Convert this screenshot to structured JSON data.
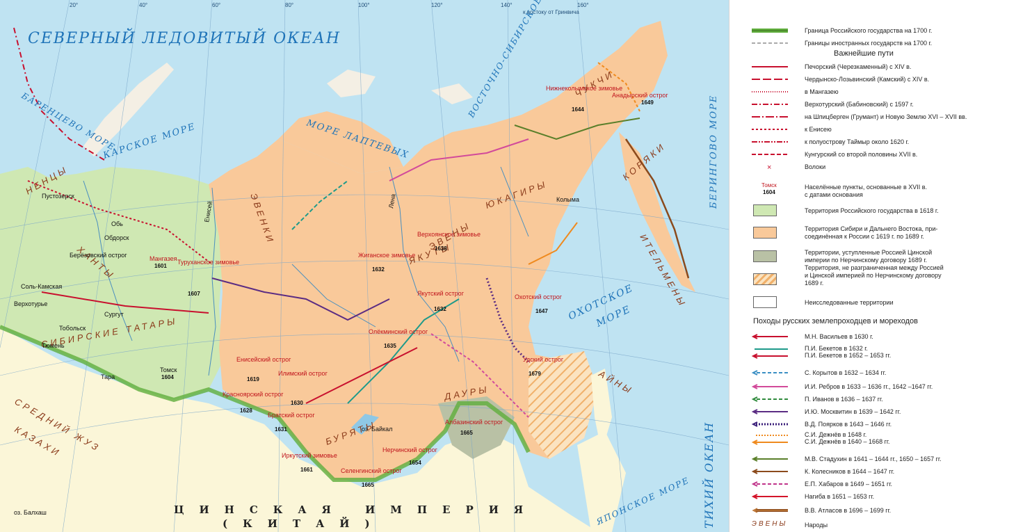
{
  "map": {
    "meridians": [
      "20°",
      "40°",
      "60°",
      "80°",
      "100°",
      "120°",
      "140°",
      "160°"
    ],
    "seas": {
      "arctic": "СЕВЕРНЫЙ ЛЕДОВИТЫЙ ОКЕАН",
      "barents": "БАРЕНЦЕВО МОРЕ",
      "kara": "КАРСКОЕ МОРЕ",
      "laptev": "МОРЕ ЛАПТЕВЫХ",
      "eastsib": "ВОСТОЧНО-СИБИРСКОЕ МОРЕ",
      "okhotsk1": "ОХОТСКОЕ",
      "okhotsk2": "МОРЕ",
      "bering": "БЕРИНГОВО МОРЕ",
      "japan": "ЯПОНСКОЕ МОРЕ",
      "pacific": "ТИХИЙ ОКЕАН"
    },
    "empire_line1": "ЦИНСКАЯ ИМПЕРИЯ",
    "empire_line2": "(КИТАЙ)",
    "peoples": [
      "НЕНЦЫ",
      "ХАНТЫ",
      "ЭВЕНКИ",
      "ЯКУТЫ",
      "ЭВЕНЫ",
      "ЮКАГИРЫ",
      "ЧУКЧИ",
      "КОРЯКИ",
      "ИТЕЛЬМЕНЫ",
      "БУРЯТЫ",
      "СИБИРСКИЕ ТАТАРЫ",
      "ДАУРЫ",
      "СРЕДНИЙ ЖУЗ",
      "КАЗАХИ",
      "АЙНЫ"
    ],
    "towns": [
      {
        "name": "Пустозерск"
      },
      {
        "name": "Обдорск"
      },
      {
        "name": "Берёзовский острог"
      },
      {
        "name": "Соль-Камская"
      },
      {
        "name": "Верхотурье"
      },
      {
        "name": "Сургут"
      },
      {
        "name": "Тобольск"
      },
      {
        "name": "Тюмень"
      },
      {
        "name": "Тара"
      },
      {
        "name": "Томск",
        "year": "1604"
      },
      {
        "name": "Мангазея",
        "year": "1601"
      },
      {
        "name": "Туруханское зимовье",
        "year": "1607"
      },
      {
        "name": "Енисейский острог",
        "year": "1619"
      },
      {
        "name": "Красноярский острог",
        "year": "1628"
      },
      {
        "name": "Братский острог",
        "year": "1631"
      },
      {
        "name": "Илимский острог",
        "year": "1630"
      },
      {
        "name": "Иркутский зимовье",
        "year": "1661"
      },
      {
        "name": "Якутский острог",
        "year": "1632"
      },
      {
        "name": "Олёкминский острог",
        "year": "1635"
      },
      {
        "name": "Нерчинский острог",
        "year": "1654"
      },
      {
        "name": "Селенгинский острог",
        "year": "1665"
      },
      {
        "name": "Албазинский острог",
        "year": "1665"
      },
      {
        "name": "Охотский острог",
        "year": "1647"
      },
      {
        "name": "Анадырский острог",
        "year": "1649"
      },
      {
        "name": "Жиганское зимовье",
        "year": "1632"
      },
      {
        "name": "Верхоянское зимовье",
        "year": "1638"
      },
      {
        "name": "Нижнеколымское зимовье",
        "year": "1644"
      },
      {
        "name": "Удский острог",
        "year": "1679"
      }
    ],
    "features": {
      "baikal": "оз. Байкал",
      "balkhash": "оз. Балхаш",
      "kolyma": "Колыма",
      "lena": "Лена",
      "yenisei": "Енисей",
      "ob": "Обь"
    },
    "edge_note": "к востоку от Гринвича"
  },
  "legend": {
    "items": [
      {
        "label": "Граница Российского государства на 1700 г."
      },
      {
        "label": "Границы иностранных государств на 1700 г."
      },
      {
        "label": "Печорский (Черезкаменный) с XIV в."
      },
      {
        "label": "Чердынско-Лозьвинский (Камский) с XIV в."
      },
      {
        "label": "в Мангазею"
      },
      {
        "label": "Верхотурский (Бабиновский) с 1597 г."
      },
      {
        "label": "на Шпицберген (Грумант) и Новую Землю XVI – XVII вв."
      },
      {
        "label": "к Енисею"
      },
      {
        "label": "к полуострову Таймыр около 1620 г."
      },
      {
        "label": "Кунгурский со второй половины XVII в."
      },
      {
        "label": "Волоки"
      }
    ],
    "routes_heading": "Важнейшие пути",
    "settlement_sample_name": "Томск",
    "settlement_sample_year": "1604",
    "settlement_label_1": "Населённые пункты, основанные в XVII в.",
    "settlement_label_2": "с датами основания",
    "areas": [
      {
        "label": "Территория Российского государства в 1618 г."
      },
      {
        "label": "Территория Сибири и Дальнего Востока, при-",
        "label2": "соединённая к России с 1619 г. по 1689 г."
      },
      {
        "label": "Территории, уступленные Россией Цинской",
        "label2": "империи по Нерчинскому договору 1689 г."
      },
      {
        "label": "Территория, не разграниченная между Россией",
        "label2": "и Цинской империей по Нерчинскому договору",
        "label3": "1689 г."
      },
      {
        "label": "Неисследованные территории"
      }
    ],
    "expeditions_heading": "Походы русских землепроходцев и мореходов",
    "expeditions": [
      {
        "label": "М.Н. Васильев в 1630 г."
      },
      {
        "label": "П.И. Бекетов в 1632 г.",
        "label2": "П.И. Бекетов в 1652 – 1653 гг."
      },
      {
        "label": "С. Корытов в 1632 – 1634 гг."
      },
      {
        "label": "И.И. Ребров в 1633 – 1636 гг., 1642 –1647 гг."
      },
      {
        "label": "П. Иванов в 1636 – 1637 гг."
      },
      {
        "label": "И.Ю. Москвитин в 1639 – 1642 гг."
      },
      {
        "label": "В.Д. Поярков в 1643 – 1646 гг."
      },
      {
        "label": "С.И. Дежнёв в 1648 г.",
        "label2": "С.И. Дежнёв в 1640 – 1668 гг."
      },
      {
        "label": "М.В. Стадухин в 1641 – 1644 гг., 1650 – 1657 гг."
      },
      {
        "label": "К. Колесников в 1644 – 1647 гг."
      },
      {
        "label": "Е.П. Хабаров в 1649 – 1651 гг."
      },
      {
        "label": "Нагиба в 1651 – 1653 гг."
      },
      {
        "label": "В.В. Атласов в 1696 – 1699 гг."
      }
    ],
    "peoples_sample": "ЭВЕНЫ",
    "peoples_label": "Народы"
  },
  "colors": {
    "sea": "#bfe3f2",
    "russia1618": "#cfe8b3",
    "annexed": "#f9c99a",
    "china": "#fbf6d8",
    "ceded": "#b9c1a5",
    "border": "#5fae3c",
    "route_red": "#c8102e",
    "route_purple": "#5b2c83",
    "route_teal": "#1e9a8a",
    "route_blue": "#3a8fc4",
    "route_orange": "#ef8a1e",
    "route_brown": "#8b4a1c",
    "route_green": "#5a7f2a",
    "route_pink": "#d24a9a"
  }
}
